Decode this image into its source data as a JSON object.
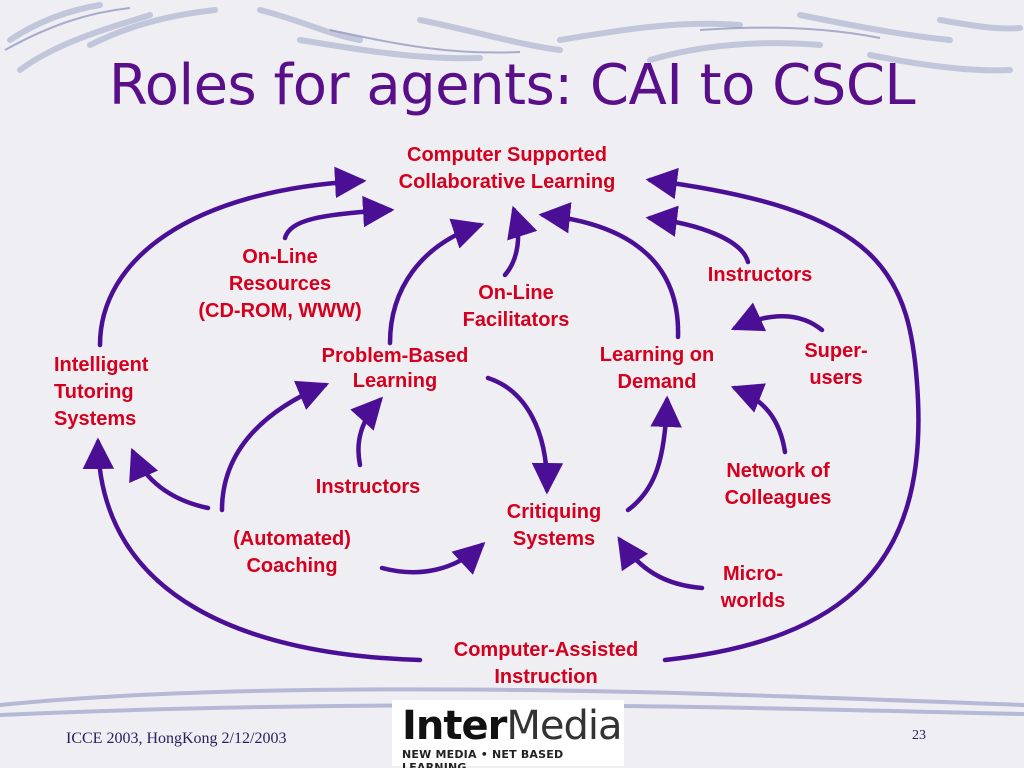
{
  "slide": {
    "title": "Roles for agents: CAI to CSCL",
    "footer": "ICCE 2003, HongKong 2/12/2003",
    "page_number": "23"
  },
  "logo": {
    "word_part1": "Inter",
    "word_part2": "Media",
    "tagline": "NEW MEDIA • NET BASED LEARNING"
  },
  "colors": {
    "title": "#5a0f8a",
    "node_text": "#d4001e",
    "arrow": "#4b0f96"
  },
  "diagram": {
    "cscl": [
      "Computer Supported",
      "Collaborative Learning"
    ],
    "online_resources": [
      "On-Line",
      "Resources",
      "(CD-ROM, WWW)"
    ],
    "online_facilitators": [
      "On-Line",
      "Facilitators"
    ],
    "instructors_top": [
      "Instructors"
    ],
    "intelligent_tutoring": [
      "Intelligent",
      "Tutoring",
      "Systems"
    ],
    "problem_based": [
      "Problem-Based",
      "Learning"
    ],
    "learning_on_demand": [
      "Learning on",
      "Demand"
    ],
    "superusers": [
      "Super-",
      "users"
    ],
    "instructors_mid": [
      "Instructors"
    ],
    "network_colleagues": [
      "Network of",
      "Colleagues"
    ],
    "critiquing": [
      "Critiquing",
      "Systems"
    ],
    "coaching": [
      "(Automated)",
      "Coaching"
    ],
    "microworlds": [
      "Micro-",
      "worlds"
    ],
    "cai": [
      "Computer-Assisted",
      "Instruction"
    ]
  }
}
